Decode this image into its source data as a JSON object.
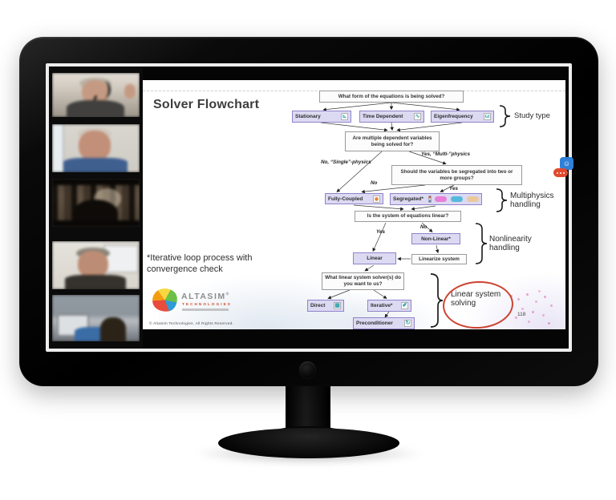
{
  "colors": {
    "box_fill": "#dcd9f2",
    "box_border": "#8f84c9",
    "accent_red": "#cc4433",
    "pill_pink": "#e87fd8",
    "pill_blue": "#55b9dc",
    "pill_tan": "#eac99c",
    "icon_teal": "#2fa0ae",
    "logo_red": "#d04a2e"
  },
  "sidebar": {
    "videos": [
      {
        "id": "participant-1",
        "scene": "speaker-with-headset"
      },
      {
        "id": "participant-2",
        "scene": "man-blue-shirt"
      },
      {
        "id": "participant-3",
        "scene": "backlit-forest-window"
      },
      {
        "id": "participant-4",
        "scene": "bright-room"
      },
      {
        "id": "participant-5",
        "scene": "desk-with-monitor"
      }
    ]
  },
  "chat": {
    "icon": "chat-notification"
  },
  "slide": {
    "title": "Solver Flowchart",
    "footnote": "*Iterative loop process with convergence check",
    "page_number": "118",
    "logo": {
      "brand": "ALTASIM",
      "reg": "®",
      "division": "TECHNOLOGIES",
      "copyright": "© AltaSim Technologies.  All Rights Reserved."
    },
    "annotations": {
      "study_type": "Study type",
      "multiphysics": "Multiphysics handling",
      "nonlinearity": "Nonlinearity handling",
      "linear_system": "Linear system solving"
    },
    "flow": {
      "q_form": "What form of the equations is being solved?",
      "study": [
        {
          "label": "Stationary",
          "glyph": "⊾"
        },
        {
          "label": "Time Dependent",
          "glyph": "∿"
        },
        {
          "label": "Eigenfrequency",
          "glyph": "ω"
        }
      ],
      "q_multi": "Are multiple dependent variables being solved for?",
      "edge_no_single": "No, “Single”-physics",
      "edge_yes_multi": "Yes, “Multi-”physics",
      "q_segregate": "Should the variables be segregated into two or more groups?",
      "edge_no": "No",
      "edge_yes": "Yes",
      "fully_coupled": {
        "label": "Fully-Coupled",
        "glyph": "◉"
      },
      "segregated": {
        "label": "Segregated*"
      },
      "q_linear": "Is the system of equations linear?",
      "edge_yes_linear": "Yes",
      "edge_no_linear": "No",
      "non_linear": "Non-Linear*",
      "linear": "Linear",
      "linearize": "Linearize system",
      "q_solver": "What linear system solver(s) do you want to us?",
      "direct": {
        "label": "Direct",
        "glyph": "▦"
      },
      "iterative": {
        "label": "Iterative*",
        "glyph": "✐"
      },
      "preconditioner": {
        "label": "Preconditioner",
        "glyph": "↻"
      }
    }
  }
}
